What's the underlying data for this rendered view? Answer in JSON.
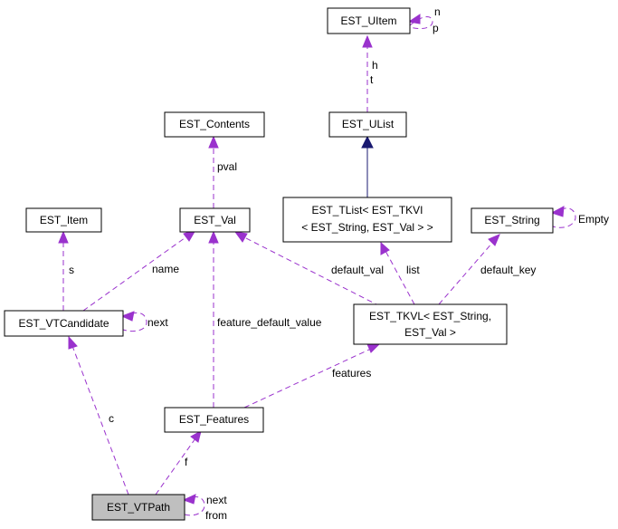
{
  "colors": {
    "usage_edge": "#9a32cd",
    "inherit_edge": "#191970",
    "highlight_node": "#bfbfbf"
  },
  "nodes": {
    "uitem": "EST_UItem",
    "ulist": "EST_UList",
    "contents": "EST_Contents",
    "item": "EST_Item",
    "val": "EST_Val",
    "tlist_line1": "EST_TList< EST_TKVI",
    "tlist_line2": "< EST_String, EST_Val > >",
    "string": "EST_String",
    "vtcandidate": "EST_VTCandidate",
    "tkvl_line1": "EST_TKVL< EST_String,",
    "tkvl_line2": "EST_Val >",
    "features": "EST_Features",
    "vtpath": "EST_VTPath"
  },
  "edges": {
    "uitem_n": "n",
    "uitem_p": "p",
    "uitem_ulist_h": "h",
    "uitem_ulist_t": "t",
    "contents_val": "pval",
    "item_vtcandidate": "s",
    "val_vtcandidate": "name",
    "vtcandidate_next": "next",
    "val_tkvl": "default_val",
    "tlist_tkvl": "list",
    "string_empty": "Empty",
    "string_tkvl": "default_key",
    "val_features": "feature_default_value",
    "tkvl_features": "features",
    "vtcandidate_vtpath": "c",
    "features_vtpath": "f",
    "vtpath_next": "next",
    "vtpath_from": "from"
  }
}
